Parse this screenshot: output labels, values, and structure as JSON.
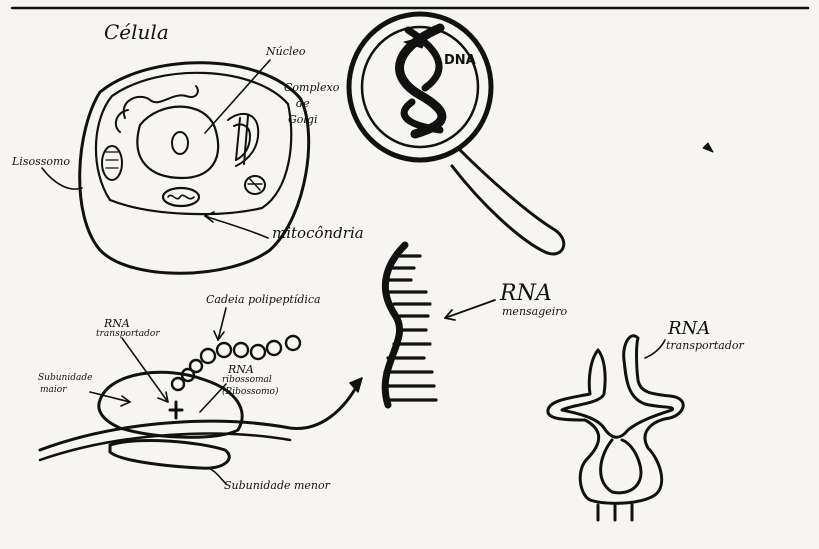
{
  "labels": {
    "celula": "Célula",
    "nucleo": "Núcleo",
    "complexo_golgi": [
      "Complexo",
      "de",
      "Golgi"
    ],
    "lisossomo": "Lisossomo",
    "mitocondria": "mitocôndria",
    "dna": "DNA",
    "cadeia_polipeptidica": "Cadeia polipeptídica",
    "rna_transportador_small": [
      "RNA",
      "transportador"
    ],
    "rna_ribossomal": [
      "RNA",
      "ribossomal",
      "(Ribossomo)"
    ],
    "subunidade_maior": [
      "Subunidade",
      "maior"
    ],
    "subunidade_menor": "Subunidade menor",
    "rna_mensageiro": [
      "RNA",
      "mensageiro"
    ],
    "rna_transportador": [
      "RNA",
      "transportador"
    ]
  },
  "colors": {
    "ink": "#111111",
    "paper": "#f7f5f1"
  }
}
